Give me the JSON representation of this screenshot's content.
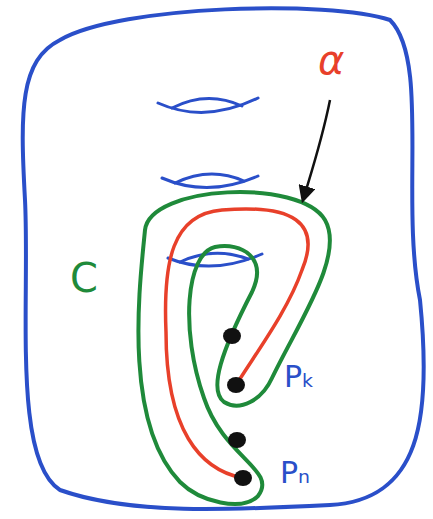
{
  "diagram": {
    "labels": [
      "α",
      "C",
      "Pₖ",
      "Pₙ"
    ]
  }
}
